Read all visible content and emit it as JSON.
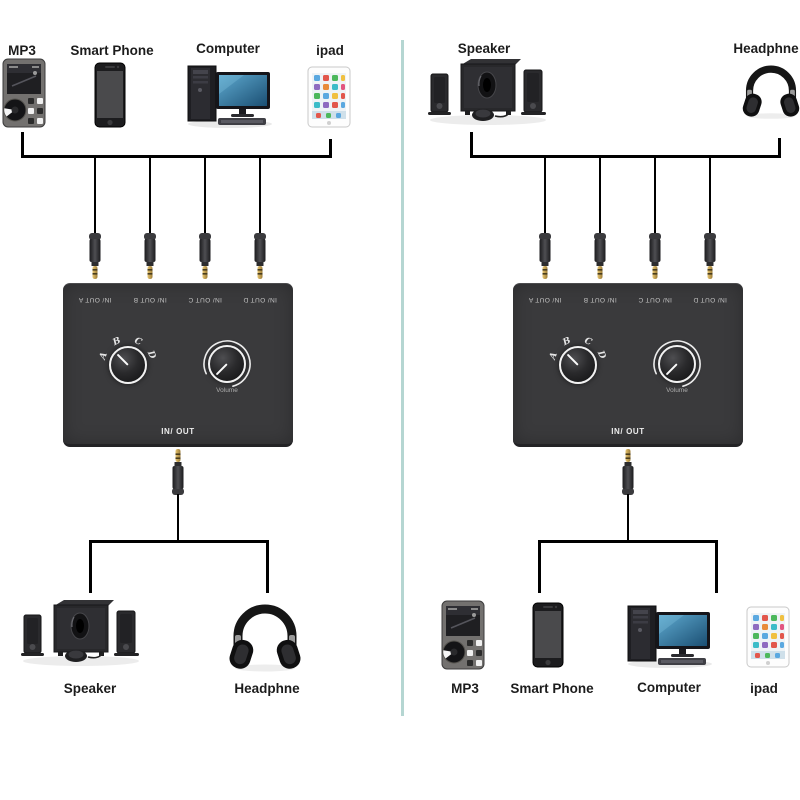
{
  "theme": {
    "background": "#ffffff",
    "divider": "#b5d6d2",
    "wire": "#000000",
    "device_body": "#3a3a3c",
    "port_text": "#c6c6c6",
    "knob_ring": "#f2f2f2"
  },
  "switcher": {
    "ports": [
      "IN/ OUT A",
      "IN/ OUT B",
      "IN/ OUT C",
      "IN/ OUT D"
    ],
    "selector_letters": [
      "A",
      "B",
      "C",
      "D"
    ],
    "volume_label": "Volume",
    "io_label": "IN/ OUT"
  },
  "left_panel": {
    "sources": [
      {
        "label": "MP3",
        "icon": "mp3-player-icon"
      },
      {
        "label": "Smart Phone",
        "icon": "smartphone-icon"
      },
      {
        "label": "Computer",
        "icon": "desktop-computer-icon"
      },
      {
        "label": "ipad",
        "icon": "tablet-icon"
      }
    ],
    "outputs": [
      {
        "label": "Speaker",
        "icon": "speaker-system-icon"
      },
      {
        "label": "Headphne",
        "icon": "headphones-icon"
      }
    ]
  },
  "right_panel": {
    "outputs": [
      {
        "label": "Speaker",
        "icon": "speaker-system-icon"
      },
      {
        "label": "Headphne",
        "icon": "headphones-icon"
      }
    ],
    "sources": [
      {
        "label": "MP3",
        "icon": "mp3-player-icon"
      },
      {
        "label": "Smart Phone",
        "icon": "smartphone-icon"
      },
      {
        "label": "Computer",
        "icon": "desktop-computer-icon"
      },
      {
        "label": "ipad",
        "icon": "tablet-icon"
      }
    ]
  }
}
